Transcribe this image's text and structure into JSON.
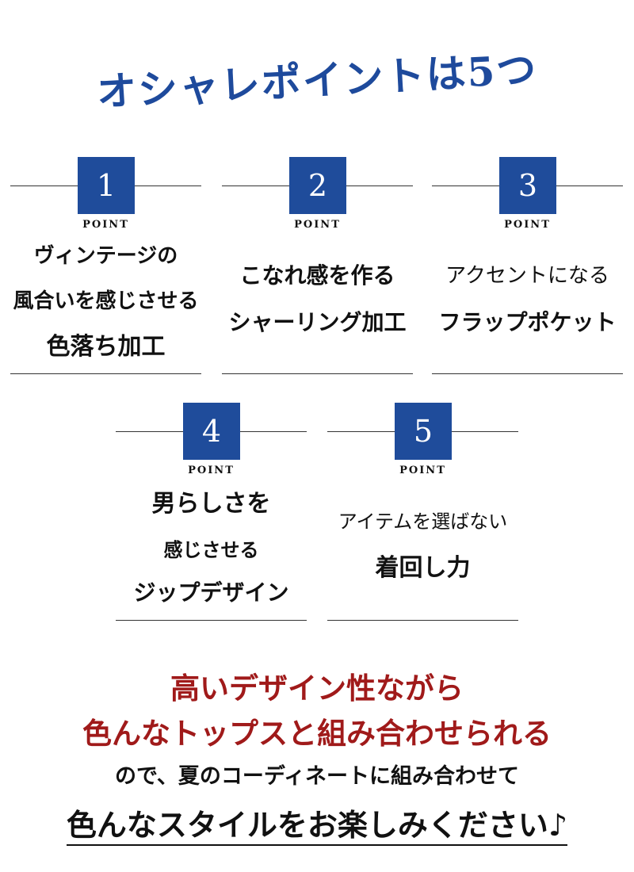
{
  "title": "オシャレポイントは5つ",
  "point_label": "POINT",
  "points": [
    {
      "number": "1",
      "lines": [
        "ヴィンテージの",
        "風合いを感じさせる",
        "色落ち加工"
      ]
    },
    {
      "number": "2",
      "lines": [
        "こなれ感を作る",
        "シャーリング加工"
      ]
    },
    {
      "number": "3",
      "lines": [
        "アクセントになる",
        "フラップポケット"
      ]
    },
    {
      "number": "4",
      "lines": [
        "男らしさを",
        "感じさせる",
        "ジップデザイン"
      ]
    },
    {
      "number": "5",
      "lines": [
        "アイテムを選ばない",
        "着回し力"
      ]
    }
  ],
  "summary": {
    "line1": "高いデザイン性ながら",
    "line2": "色んなトップスと組み合わせられる",
    "line3": "ので、夏のコーディネートに組み合わせて",
    "line4": "色んなスタイルをお楽しみください♪"
  },
  "colors": {
    "title": "#1e4a9c",
    "number_box": "#1f4c9b",
    "emphasis": "#a01a1a"
  }
}
